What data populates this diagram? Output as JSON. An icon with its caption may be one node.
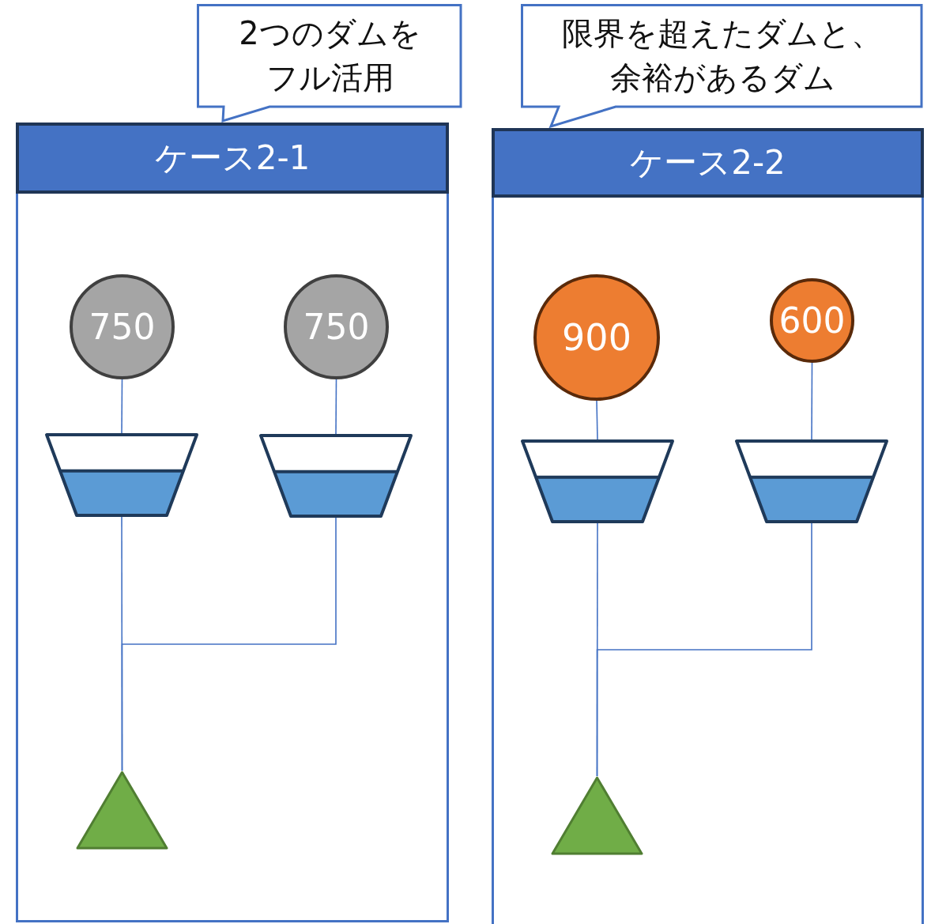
{
  "diagram": {
    "nodes": [
      {
        "text": [
          "2つのダムをフル活用"
        ]
      },
      {
        "text": [
          "ケース2-1"
        ]
      },
      {
        "text": [
          "750"
        ],
        "in": 1
      },
      {
        "text": [
          "750"
        ],
        "in": 1
      },
      {
        "text": [],
        "shape": "trapezoid",
        "in": 1
      },
      {
        "text": [],
        "shape": "trapezoid",
        "in": 1
      },
      {
        "text": [],
        "shape": "triangle",
        "in": 1
      },
      {
        "text": [
          "限界を超えたダムと、余裕があるダム"
        ]
      },
      {
        "text": [
          "ケース2-2"
        ]
      },
      {
        "text": [
          "900"
        ],
        "in": 8
      },
      {
        "text": [
          "600"
        ],
        "in": 8
      },
      {
        "text": [],
        "shape": "trapezoid",
        "in": 8
      },
      {
        "text": [],
        "shape": "trapezoid",
        "in": 8
      },
      {
        "text": [],
        "shape": "triangle",
        "in": 8
      }
    ],
    "edges": [
      {
        "from": 2,
        "to": 4,
        "arrow": "none"
      },
      {
        "from": 3,
        "to": 5,
        "arrow": "none"
      },
      {
        "from": 4,
        "to": 6,
        "arrow": "none"
      },
      {
        "from": 5,
        "to": 6,
        "arrow": "none"
      },
      {
        "from": 9,
        "to": 11,
        "arrow": "none"
      },
      {
        "from": 10,
        "to": 12,
        "arrow": "none"
      },
      {
        "from": 11,
        "to": 13,
        "arrow": "none"
      },
      {
        "from": 12,
        "to": 13,
        "arrow": "none"
      }
    ]
  }
}
